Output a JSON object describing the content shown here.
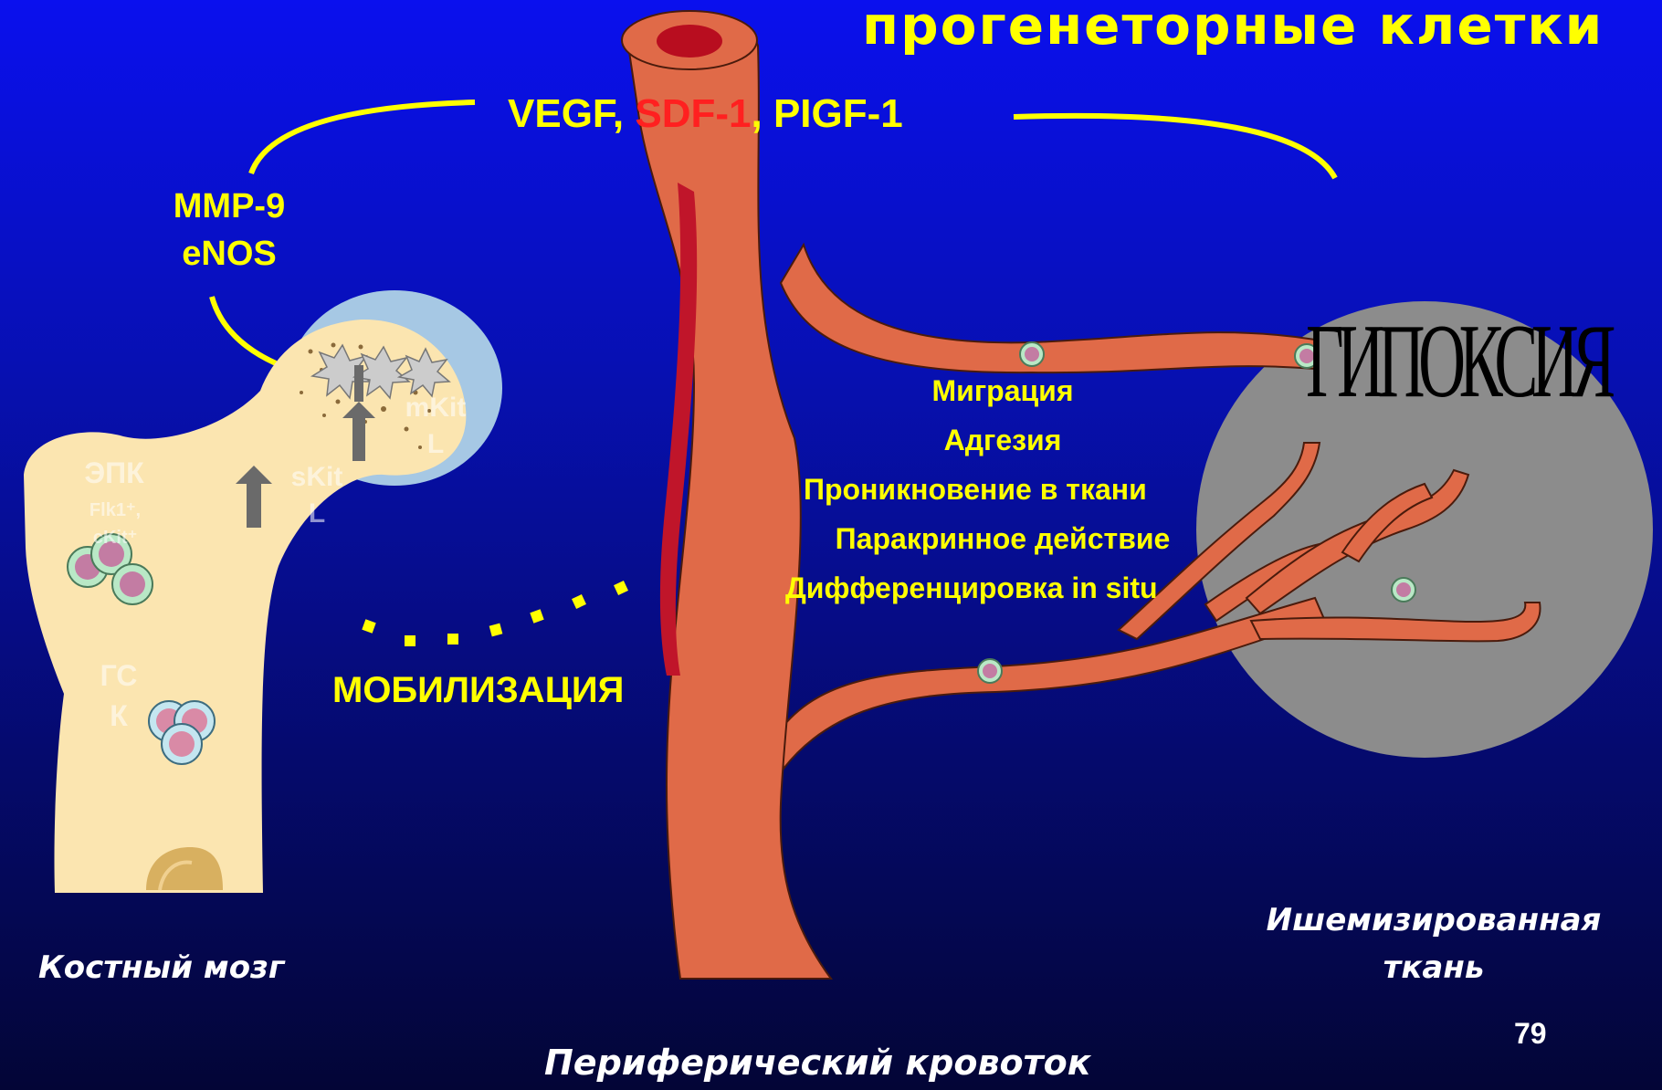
{
  "title": "прогенеторные клетки",
  "factors": {
    "vegf": "VEGF, ",
    "sdf": "SDF-1",
    "pigf": ", PIGF-1"
  },
  "enzymes": {
    "mmp9": "MMP-9",
    "enos": "eNOS"
  },
  "mobilization": "МОБИЛИЗАЦИЯ",
  "process_steps": [
    "Миграция",
    "Адгезия",
    "Проникновение в ткани",
    "Паракринное действие",
    "Дифференцировка in situ"
  ],
  "hypoxia": "ГИПОКСИЯ",
  "bone_labels": {
    "epc": "ЭПК",
    "epc_markers_1": "Flk1⁺,",
    "epc_markers_2": "cKit⁺",
    "hsc_1": "ГС",
    "hsc_2": "К",
    "skit_1": "sKit",
    "skit_2": "L",
    "mkit_1": "mKit",
    "mkit_2": "L"
  },
  "captions": {
    "bone_marrow": "Костный мозг",
    "ischemic_1": "Ишемизированная",
    "ischemic_2": "ткань",
    "peripheral": "Периферический кровоток"
  },
  "page_number": "79",
  "colors": {
    "title": "#ffff00",
    "factor": "#ffff00",
    "sdf": "#ff2020",
    "vessel": "#e06a48",
    "vessel_dark": "#c0152a",
    "bone": "#fbe5b0",
    "hypoxia_zone": "#8c8c8c"
  }
}
